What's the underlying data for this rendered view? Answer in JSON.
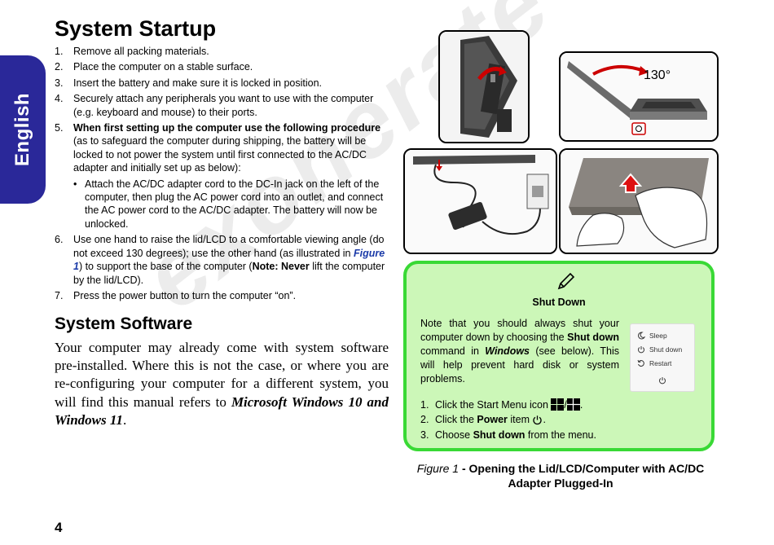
{
  "side_tab": {
    "label": "English"
  },
  "title": "System Startup",
  "steps": [
    {
      "num": "1.",
      "text": "Remove all packing materials."
    },
    {
      "num": "2.",
      "text": "Place the computer on a stable surface."
    },
    {
      "num": "3.",
      "text": "Insert the battery and make sure it is locked in position."
    },
    {
      "num": "4.",
      "text": "Securely attach any peripherals you want to use with the computer (e.g. keyboard and mouse) to their ports."
    },
    {
      "num": "5.",
      "bold": "When first setting up the computer use the following procedure",
      "text": " (as to safeguard the computer during shipping, the battery will be locked to not power the system until first connected to the AC/DC adapter and initially set up as below):",
      "sub_bullet": "•",
      "sub_text": "Attach the AC/DC adapter cord to the DC-In jack on the left of the computer, then plug the AC power cord into an outlet, and connect the AC power cord to the AC/DC adapter. The battery will now be unlocked."
    },
    {
      "num": "6.",
      "text_a": "Use one hand to raise the lid/LCD to a comfortable viewing angle (do not exceed 130 degrees); use the other hand (as illustrated in ",
      "fig_ref": "Figure 1",
      "text_b": ") to support the base of the computer (",
      "note_bold": "Note: Never",
      "text_c": " lift the computer by the lid/LCD)."
    },
    {
      "num": "7.",
      "text": "Press the power button to turn the computer “on”."
    }
  ],
  "software": {
    "title": "System Software",
    "body": "Your computer may already come with system software pre-installed. Where this is not the case, or where you are re-configuring your computer for a different system, you will find this manual refers to ",
    "emphasis": "Microsoft Windows 10  and Windows 11",
    "end": "."
  },
  "watermark": "exonerate",
  "page_number": "4",
  "figure": {
    "angle_label": "130°",
    "note": {
      "title": "Shut Down",
      "body_a": "Note that you should always shut your computer down by choosing the ",
      "body_b1": "Shut down",
      "body_c": " command in ",
      "body_d": "Windows",
      "body_e": " (see below). This will help prevent hard disk or system problems.",
      "steps": [
        {
          "num": "1.",
          "a": "Click the Start Menu icon ",
          "sep": "/",
          "end": "."
        },
        {
          "num": "2.",
          "a": "Click the ",
          "bold": "Power",
          "b": " item ",
          "end": "."
        },
        {
          "num": "3.",
          "a": "Choose ",
          "bold": "Shut down",
          "b": " from the menu."
        }
      ],
      "menu": [
        "Sleep",
        "Shut down",
        "Restart"
      ]
    },
    "caption_label": "Figure 1",
    "caption_title": " - Opening the Lid/LCD/Computer with AC/DC Adapter Plugged-In"
  }
}
